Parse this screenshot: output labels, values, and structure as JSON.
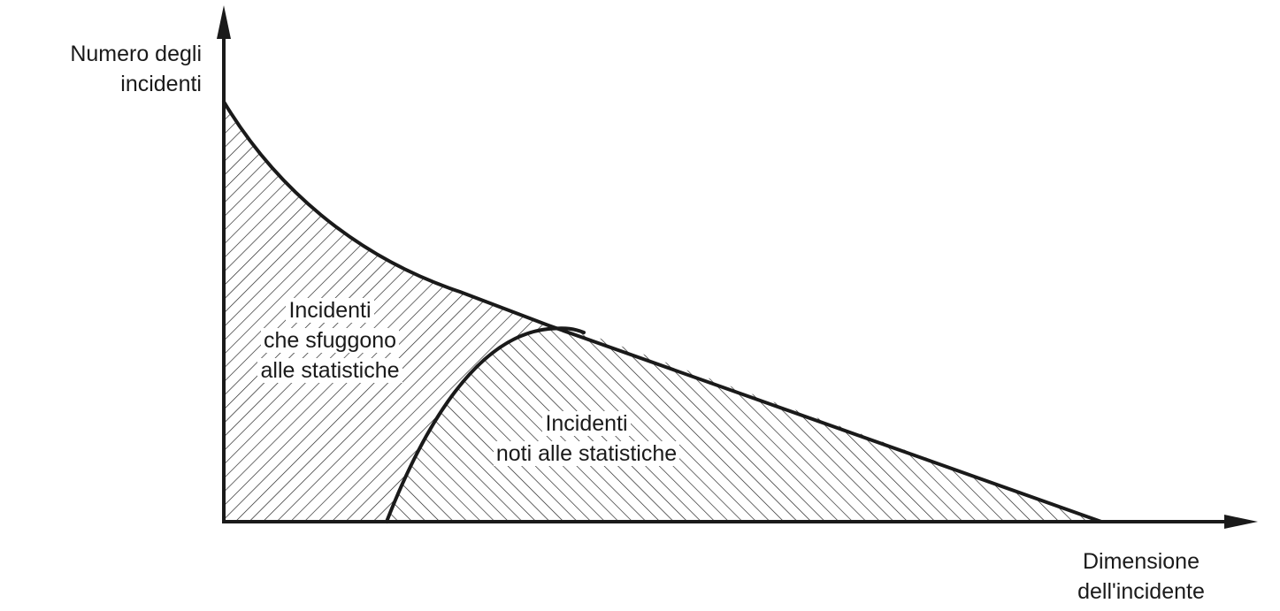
{
  "y_axis": {
    "label_line1": "Numero degli",
    "label_line2": "incidenti"
  },
  "x_axis": {
    "label_line1": "Dimensione",
    "label_line2": "dell'incidente"
  },
  "regions": {
    "unreported": {
      "line1": "Incidenti",
      "line2": "che sfuggono",
      "line3": "alle statistiche"
    },
    "reported": {
      "line1": "Incidenti",
      "line2": "noti alle statistiche"
    }
  },
  "colors": {
    "ink": "#1a1a1a",
    "background": "#ffffff"
  }
}
